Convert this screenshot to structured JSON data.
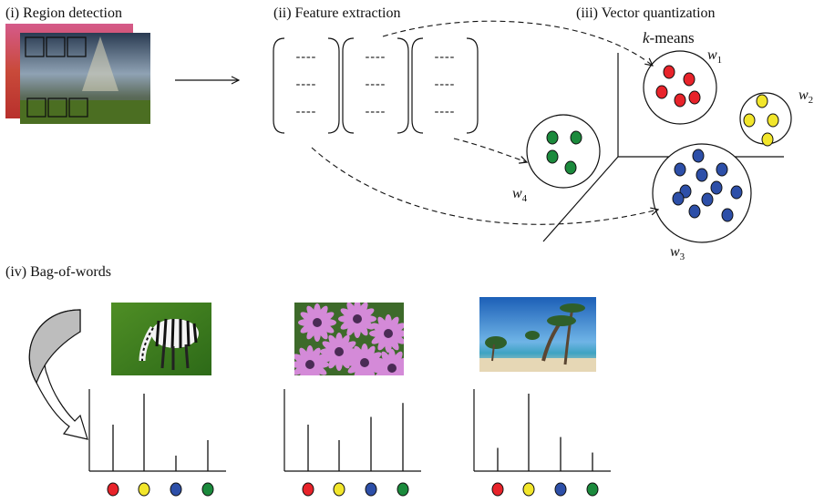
{
  "steps": {
    "region_detection": "(i) Region detection",
    "feature_extraction": "(ii) Feature extraction",
    "vector_quantization": "(iii) Vector quantization",
    "bag_of_words": "(iv) Bag-of-words"
  },
  "kmeans": {
    "k": "k",
    "rest": "-means"
  },
  "words": [
    {
      "id": "w1",
      "base": "w",
      "sub": "1",
      "color": "#e8232a",
      "points": 5
    },
    {
      "id": "w2",
      "base": "w",
      "sub": "2",
      "color": "#f2e62b",
      "points": 3
    },
    {
      "id": "w3",
      "base": "w",
      "sub": "3",
      "color": "#2d4fa8",
      "points": 11
    },
    {
      "id": "w4",
      "base": "w",
      "sub": "4",
      "color": "#1b8a3c",
      "points": 4
    }
  ],
  "descriptor_placeholder": "----",
  "histograms": [
    {
      "image": "zebra",
      "values": [
        3,
        5,
        1,
        2
      ]
    },
    {
      "image": "flowers",
      "values": [
        3,
        2,
        3.5,
        4.4
      ]
    },
    {
      "image": "beach",
      "values": [
        1.5,
        5,
        2.2,
        1.2
      ]
    }
  ],
  "histogram_dot_colors": [
    "#e8232a",
    "#f2e62b",
    "#2d4fa8",
    "#1b8a3c"
  ]
}
